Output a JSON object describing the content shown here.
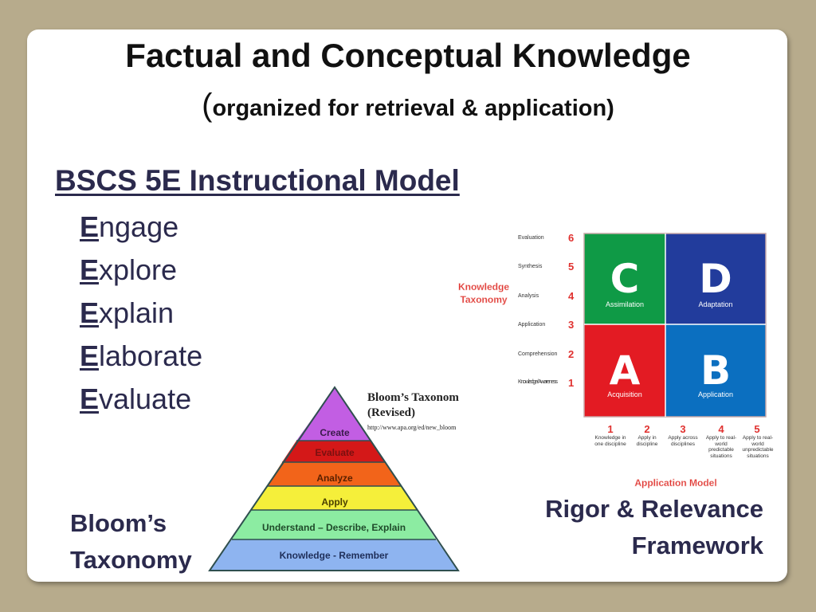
{
  "slide": {
    "title": "Factual and Conceptual Knowledge",
    "subtitle_open": "(",
    "subtitle": "organized for retrieval & application)"
  },
  "bscs": {
    "heading": "BSCS 5E Instructional Model",
    "phases": [
      {
        "first": "E",
        "rest": "ngage"
      },
      {
        "first": "E",
        "rest": "xplore"
      },
      {
        "first": "E",
        "rest": "xplain"
      },
      {
        "first": "E",
        "rest": "laborate"
      },
      {
        "first": "E",
        "rest": "valuate"
      }
    ]
  },
  "bloom": {
    "label_line1": "Bloom’s",
    "label_line2": "Taxonomy",
    "caption_line1": "Bloom’s Taxonom",
    "caption_line2": "(Revised)",
    "url": "http://www.apa.org/ed/new_bloom",
    "levels": [
      {
        "label": "Create",
        "color": "#c25ee3",
        "text_color": "#3a1a4a"
      },
      {
        "label": "Evaluate",
        "color": "#d41818",
        "text_color": "#7a1010"
      },
      {
        "label": "Analyze",
        "color": "#f2641a",
        "text_color": "#5a2000"
      },
      {
        "label": "Apply",
        "color": "#f5ef3a",
        "text_color": "#4a4000"
      },
      {
        "label": "Understand – Describe, Explain",
        "color": "#8ceca2",
        "text_color": "#1f4a2a"
      },
      {
        "label": "Knowledge - Remember",
        "color": "#8eb4f0",
        "text_color": "#1f2f5a"
      }
    ]
  },
  "rigor": {
    "label_line1": "Rigor & Relevance",
    "label_line2": "Framework",
    "knowledge_taxonomy_line1": "Knowledge",
    "knowledge_taxonomy_line2": "Taxonomy",
    "application_model": "Application Model",
    "quadrants": [
      {
        "letter": "C",
        "name": "Assimilation",
        "color": "#0f9a46"
      },
      {
        "letter": "D",
        "name": "Adaptation",
        "color": "#223c9c"
      },
      {
        "letter": "A",
        "name": "Acquisition",
        "color": "#e31b23"
      },
      {
        "letter": "B",
        "name": "Application",
        "color": "#0b6fc0"
      }
    ],
    "y_levels": [
      {
        "name": "Evaluation",
        "num": "6"
      },
      {
        "name": "Synthesis",
        "num": "5"
      },
      {
        "name": "Analysis",
        "num": "4"
      },
      {
        "name": "Application",
        "num": "3"
      },
      {
        "name": "Comprehension",
        "num": "2"
      },
      {
        "name": "Knowledge/ Awareness",
        "num": "1"
      }
    ],
    "x_levels": [
      {
        "num": "1",
        "desc": "Knowledge in one discipline"
      },
      {
        "num": "2",
        "desc": "Apply in discipline"
      },
      {
        "num": "3",
        "desc": "Apply across disciplines"
      },
      {
        "num": "4",
        "desc": "Apply to real-world predictable situations"
      },
      {
        "num": "5",
        "desc": "Apply to real-world unpredictable situations"
      }
    ]
  }
}
